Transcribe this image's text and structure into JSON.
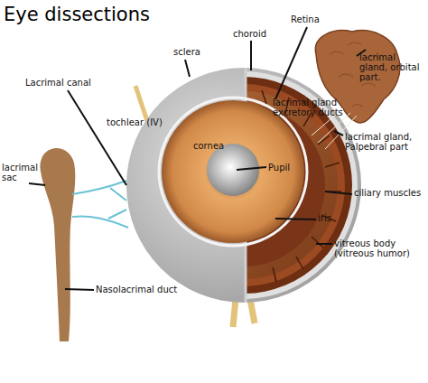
{
  "diagram": {
    "title": "Eye dissections",
    "labels": [
      "Lacrimal canal",
      "tochlear (IV)",
      "sclera",
      "choroid",
      "Retina",
      "lacrimal gland, orbital part.",
      "lacrimal gland excretory ducts",
      "lacrimal gland, Palpebral part",
      "lacrimal sac",
      "cornea",
      "Pupil",
      "ciliary muscles",
      "iris",
      "vitreous body (vitreous humor)",
      "Nasolacrimal duct"
    ]
  }
}
